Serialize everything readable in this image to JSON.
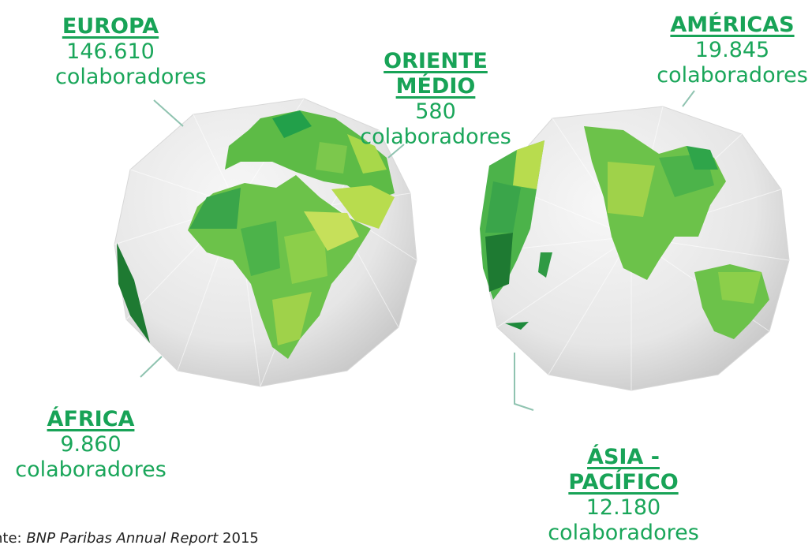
{
  "regions": {
    "europa": {
      "name": "EUROPA",
      "count": "146.610",
      "unit": "colaboradores"
    },
    "oriente": {
      "name_line1": "ORIENTE",
      "name_line2": "MÉDIO",
      "count": "580",
      "unit": "colaboradores"
    },
    "americas": {
      "name": "AMÉRICAS",
      "count": "19.845",
      "unit": "colaboradores"
    },
    "africa": {
      "name": "ÁFRICA",
      "count": "9.860",
      "unit": "colaboradores"
    },
    "asia": {
      "name_line1": "ÁSIA -",
      "name_line2": "PACÍFICO",
      "count": "12.180",
      "unit": "colaboradores"
    }
  },
  "source": {
    "prefix": "nte: ",
    "publication": "BNP Paribas Annual Report",
    "year": " 2015"
  },
  "colors": {
    "label_green": "#1aa65a",
    "land_light": "#a8d84a",
    "land_mid": "#6cc24a",
    "land_dark": "#1e8a3c",
    "globe_base": "#e9e9e9"
  }
}
